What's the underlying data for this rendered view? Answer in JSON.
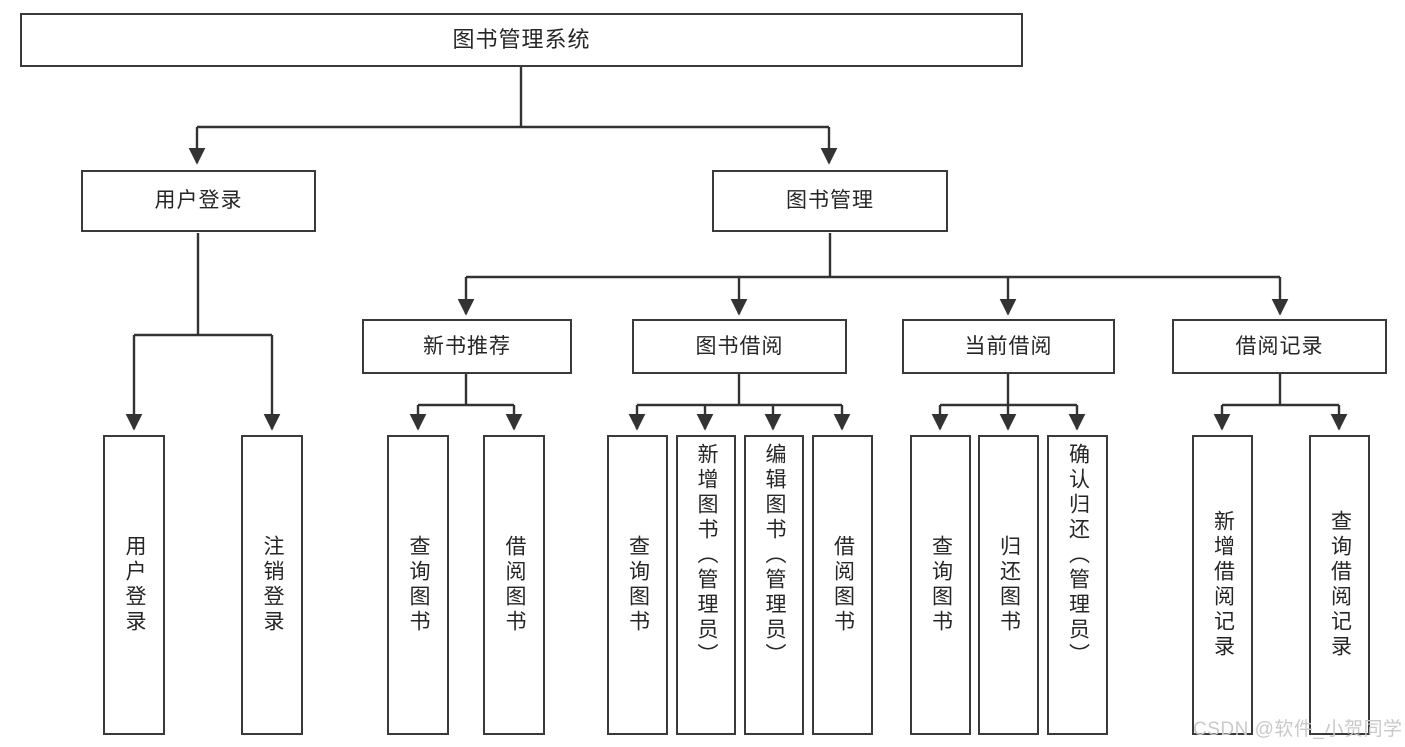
{
  "diagram": {
    "type": "tree-structure-chart",
    "title": "图书管理系统",
    "watermark": "CSDN @软件_小贺同学",
    "colors": {
      "box_border": "#3a3a3a",
      "box_fill": "#ffffff",
      "edge": "#333333",
      "text": "#262626",
      "watermark": "#c9c9c9",
      "background": "#ffffff"
    },
    "levels": {
      "level1": [
        "图书管理系统"
      ],
      "level2": [
        "用户登录",
        "图书管理"
      ],
      "level3": [
        "新书推荐",
        "图书借阅",
        "当前借阅",
        "借阅记录"
      ],
      "level4": [
        "用户登录",
        "注销登录",
        "查询图书",
        "借阅图书",
        "查询图书",
        "新增图书（管理员）",
        "编辑图书（管理员）",
        "借阅图书",
        "查询图书",
        "归还图书",
        "确认归还（管理员）",
        "新增借阅记录",
        "查询借阅记录"
      ]
    },
    "nodes": {
      "root": {
        "label": "图书管理系统"
      },
      "user_login": {
        "label": "用户登录"
      },
      "book_manage": {
        "label": "图书管理"
      },
      "new_book_rec": {
        "label": "新书推荐"
      },
      "book_borrow": {
        "label": "图书借阅"
      },
      "current_borrow": {
        "label": "当前借阅"
      },
      "borrow_record": {
        "label": "借阅记录"
      },
      "leaf_user_login": {
        "label": "用户登录"
      },
      "leaf_logout": {
        "label": "注销登录"
      },
      "leaf_query_book_1": {
        "label": "查询图书"
      },
      "leaf_borrow_book_1": {
        "label": "借阅图书"
      },
      "leaf_query_book_2": {
        "label": "查询图书"
      },
      "leaf_add_book_admin": {
        "label": "新增图书（管理员）"
      },
      "leaf_edit_book_admin": {
        "label": "编辑图书（管理员）"
      },
      "leaf_borrow_book_2": {
        "label": "借阅图书"
      },
      "leaf_query_book_3": {
        "label": "查询图书"
      },
      "leaf_return_book": {
        "label": "归还图书"
      },
      "leaf_confirm_return_admin": {
        "label": "确认归还（管理员）"
      },
      "leaf_add_record": {
        "label": "新增借阅记录"
      },
      "leaf_query_record": {
        "label": "查询借阅记录"
      }
    },
    "edges": [
      {
        "from": "root",
        "to": "user_login"
      },
      {
        "from": "root",
        "to": "book_manage"
      },
      {
        "from": "user_login",
        "to": "leaf_user_login"
      },
      {
        "from": "user_login",
        "to": "leaf_logout"
      },
      {
        "from": "book_manage",
        "to": "new_book_rec"
      },
      {
        "from": "book_manage",
        "to": "book_borrow"
      },
      {
        "from": "book_manage",
        "to": "current_borrow"
      },
      {
        "from": "book_manage",
        "to": "borrow_record"
      },
      {
        "from": "new_book_rec",
        "to": "leaf_query_book_1"
      },
      {
        "from": "new_book_rec",
        "to": "leaf_borrow_book_1"
      },
      {
        "from": "book_borrow",
        "to": "leaf_query_book_2"
      },
      {
        "from": "book_borrow",
        "to": "leaf_add_book_admin"
      },
      {
        "from": "book_borrow",
        "to": "leaf_edit_book_admin"
      },
      {
        "from": "book_borrow",
        "to": "leaf_borrow_book_2"
      },
      {
        "from": "current_borrow",
        "to": "leaf_query_book_3"
      },
      {
        "from": "current_borrow",
        "to": "leaf_return_book"
      },
      {
        "from": "current_borrow",
        "to": "leaf_confirm_return_admin"
      },
      {
        "from": "borrow_record",
        "to": "leaf_add_record"
      },
      {
        "from": "borrow_record",
        "to": "leaf_query_record"
      }
    ]
  }
}
